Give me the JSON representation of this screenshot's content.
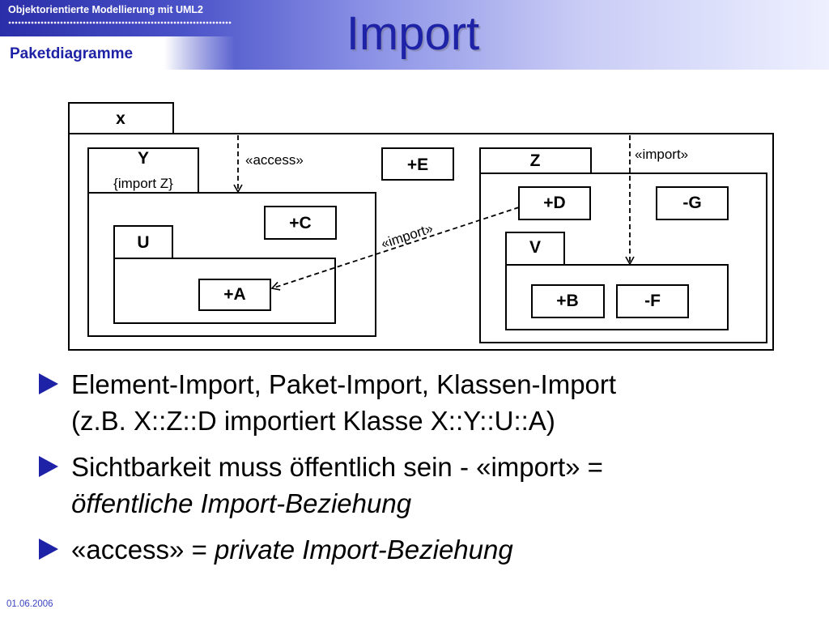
{
  "header": {
    "course_title": "Objektorientierte Modellierung mit UML2",
    "section_title": "Paketdiagramme",
    "slide_title": "Import"
  },
  "diagram": {
    "packages": {
      "x": "x",
      "y": "Y",
      "y_note": "{import Z}",
      "u": "U",
      "z": "Z",
      "v": "V"
    },
    "elements": {
      "c": "+C",
      "a": "+A",
      "e": "+E",
      "d": "+D",
      "g": "-G",
      "b": "+B",
      "f": "-F"
    },
    "dependencies": {
      "access": "«access»",
      "import_diagonal": "«import»",
      "import_right": "«import»"
    }
  },
  "bullets": [
    {
      "line1": "Element-Import, Paket-Import, Klassen-Import",
      "line2": "(z.B. X::Z::D importiert Klasse X::Y::U::A)"
    },
    {
      "line1": "Sichtbarkeit muss öffentlich sein - «import» =",
      "line2_italic": "öffentliche Import-Beziehung"
    },
    {
      "plain": "«access» = ",
      "italic": "private Import-Beziehung"
    }
  ],
  "footer": {
    "date": "01.06.2006"
  },
  "colors": {
    "accent": "#1e22a6",
    "header_dark": "#2a2ea8",
    "date": "#3a44c0"
  }
}
